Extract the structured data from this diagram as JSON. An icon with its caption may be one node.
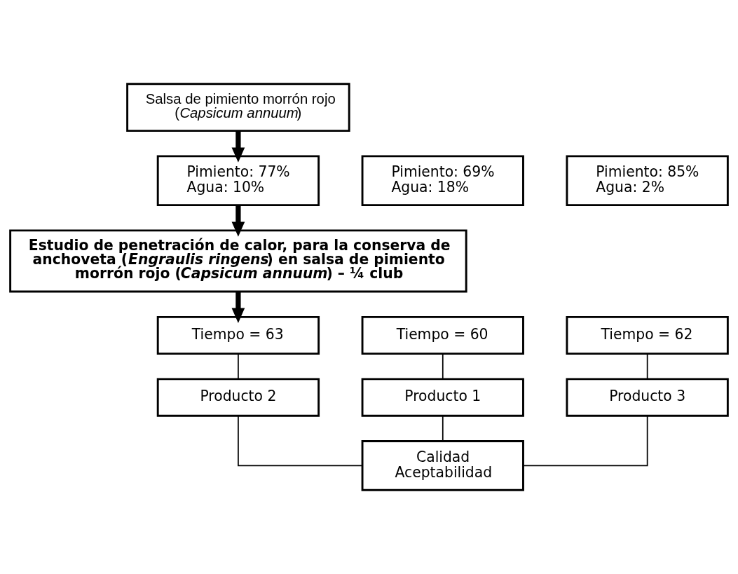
{
  "diagram": {
    "nodes": [
      {
        "text": [
          "Salsa de pimiento morrón rojo (*Capsicum annuum*)"
        ]
      },
      {
        "text": [
          "Pimiento: 69%",
          "Agua: 18%"
        ]
      },
      {
        "text": [
          "Pimiento: 77%",
          "Agua: 10%"
        ]
      },
      {
        "text": [
          "Pimiento: 85%",
          "Agua: 2%"
        ]
      },
      {
        "text": [
          "Estudio de penetración de calor, para la conserva de anchoveta (*Engraulis ringens*) en salsa de pimiento morrón rojo (*Capsicum annuum*) – ¼ club"
        ]
      },
      {
        "text": [
          "Tiempo = 60"
        ]
      },
      {
        "text": [
          "Tiempo = 63"
        ]
      },
      {
        "text": [
          "Tiempo = 62"
        ]
      },
      {
        "text": [
          "Producto 1"
        ]
      },
      {
        "text": [
          "Producto 2"
        ]
      },
      {
        "text": [
          "Producto 3"
        ]
      },
      {
        "text": [
          "Calidad",
          "Aceptabilidad"
        ]
      }
    ],
    "edges": [
      {
        "from": 0,
        "to": 2,
        "arrow": "to",
        "style": "thick"
      },
      {
        "from": 2,
        "to": 4,
        "arrow": "to",
        "style": "thick"
      },
      {
        "from": 4,
        "to": 6,
        "arrow": "to",
        "style": "thick"
      },
      {
        "from": 5,
        "to": 8,
        "arrow": "none"
      },
      {
        "from": 6,
        "to": 9,
        "arrow": "none"
      },
      {
        "from": 7,
        "to": 10,
        "arrow": "none"
      },
      {
        "from": 8,
        "to": 11,
        "arrow": "none"
      },
      {
        "from": 9,
        "to": 11,
        "arrow": "none"
      },
      {
        "from": 10,
        "to": 11,
        "arrow": "none"
      }
    ]
  }
}
